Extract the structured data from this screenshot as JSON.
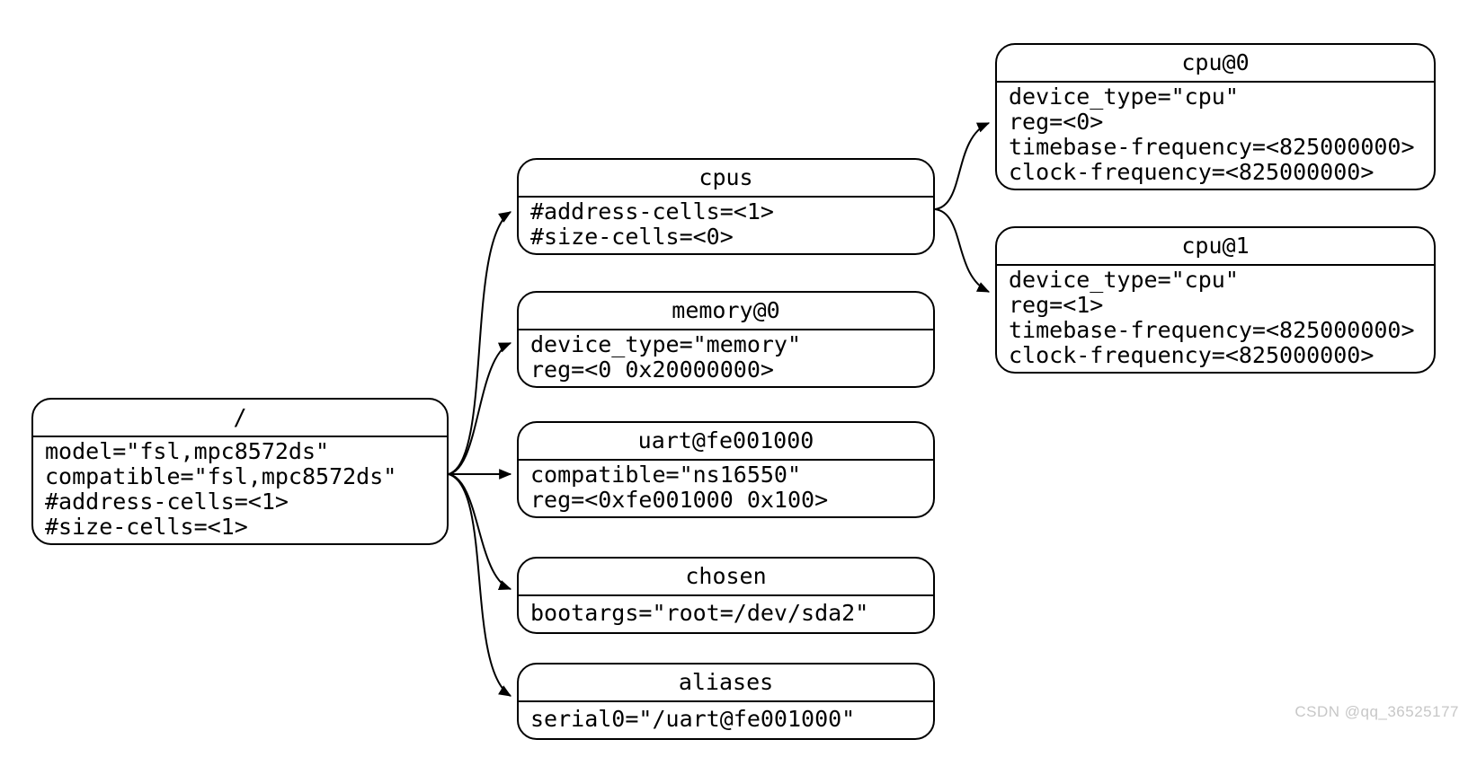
{
  "diagram_type": "device-tree-graph",
  "colors": {
    "background": "#ffffff",
    "node_border": "#000000",
    "text": "#000000",
    "edge": "#000000",
    "watermark": "#c7c7c7"
  },
  "nodes": {
    "root": {
      "title": "/",
      "props": [
        "model=\"fsl,mpc8572ds\"",
        "compatible=\"fsl,mpc8572ds\"",
        "#address-cells=<1>",
        "#size-cells=<1>"
      ]
    },
    "cpus": {
      "title": "cpus",
      "props": [
        "#address-cells=<1>",
        "#size-cells=<0>"
      ]
    },
    "memory": {
      "title": "memory@0",
      "props": [
        "device_type=\"memory\"",
        "reg=<0 0x20000000>"
      ]
    },
    "uart": {
      "title": "uart@fe001000",
      "props": [
        "compatible=\"ns16550\"",
        "reg=<0xfe001000 0x100>"
      ]
    },
    "chosen": {
      "title": "chosen",
      "props": [
        "bootargs=\"root=/dev/sda2\""
      ]
    },
    "aliases": {
      "title": "aliases",
      "props": [
        "serial0=\"/uart@fe001000\""
      ]
    },
    "cpu0": {
      "title": "cpu@0",
      "props": [
        "device_type=\"cpu\"",
        "reg=<0>",
        "timebase-frequency=<825000000>",
        "clock-frequency=<825000000>"
      ]
    },
    "cpu1": {
      "title": "cpu@1",
      "props": [
        "device_type=\"cpu\"",
        "reg=<1>",
        "timebase-frequency=<825000000>",
        "clock-frequency=<825000000>"
      ]
    }
  },
  "edges": [
    {
      "from": "/",
      "to": "cpus"
    },
    {
      "from": "/",
      "to": "memory@0"
    },
    {
      "from": "/",
      "to": "uart@fe001000"
    },
    {
      "from": "/",
      "to": "chosen"
    },
    {
      "from": "/",
      "to": "aliases"
    },
    {
      "from": "cpus",
      "to": "cpu@0"
    },
    {
      "from": "cpus",
      "to": "cpu@1"
    }
  ],
  "watermark": "CSDN @qq_36525177"
}
